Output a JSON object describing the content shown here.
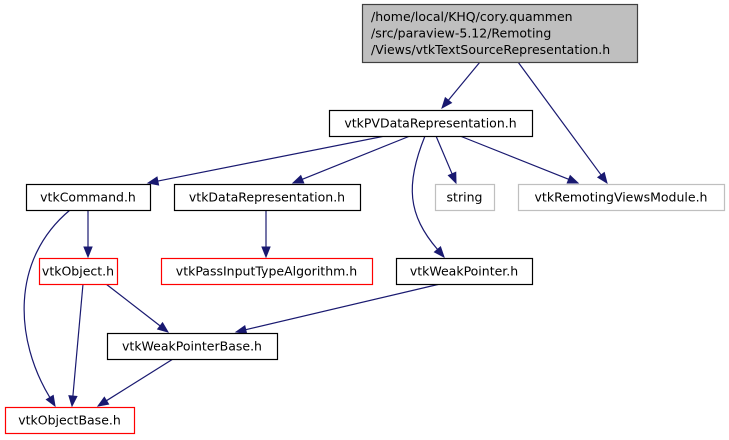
{
  "title": "Include dependency graph for vtkTextSourceRepresentation.h",
  "colors": {
    "edge": "#191970",
    "root_fill": "#bfbfbf",
    "root_border": "#404040",
    "normal_border": "#000000",
    "missing_border": "#ff0000",
    "external_border": "#bfbfbf",
    "external_text": "#404040"
  },
  "nodes": [
    {
      "id": "root",
      "kind": "root",
      "lines": [
        "/home/local/KHQ/cory.quammen",
        "/src/paraview-5.12/Remoting",
        "/Views/vtkTextSourceRepresentation.h"
      ]
    },
    {
      "id": "pvdata",
      "kind": "normal",
      "lines": [
        "vtkPVDataRepresentation.h"
      ]
    },
    {
      "id": "command",
      "kind": "normal",
      "lines": [
        "vtkCommand.h"
      ]
    },
    {
      "id": "datarep",
      "kind": "normal",
      "lines": [
        "vtkDataRepresentation.h"
      ]
    },
    {
      "id": "string",
      "kind": "external",
      "lines": [
        "string"
      ]
    },
    {
      "id": "module",
      "kind": "external",
      "lines": [
        "vtkRemotingViewsModule.h"
      ]
    },
    {
      "id": "object",
      "kind": "missing",
      "lines": [
        "vtkObject.h"
      ]
    },
    {
      "id": "passinput",
      "kind": "missing",
      "lines": [
        "vtkPassInputTypeAlgorithm.h"
      ]
    },
    {
      "id": "weakptr",
      "kind": "normal",
      "lines": [
        "vtkWeakPointer.h"
      ]
    },
    {
      "id": "weakbase",
      "kind": "normal",
      "lines": [
        "vtkWeakPointerBase.h"
      ]
    },
    {
      "id": "objbase",
      "kind": "missing",
      "lines": [
        "vtkObjectBase.h"
      ]
    }
  ],
  "edges": [
    {
      "from": "root",
      "to": "pvdata"
    },
    {
      "from": "root",
      "to": "module"
    },
    {
      "from": "pvdata",
      "to": "command"
    },
    {
      "from": "pvdata",
      "to": "datarep"
    },
    {
      "from": "pvdata",
      "to": "weakptr"
    },
    {
      "from": "pvdata",
      "to": "string"
    },
    {
      "from": "pvdata",
      "to": "module"
    },
    {
      "from": "command",
      "to": "object"
    },
    {
      "from": "command",
      "to": "objbase"
    },
    {
      "from": "datarep",
      "to": "passinput"
    },
    {
      "from": "object",
      "to": "weakbase"
    },
    {
      "from": "object",
      "to": "objbase"
    },
    {
      "from": "weakptr",
      "to": "weakbase"
    },
    {
      "from": "weakbase",
      "to": "objbase"
    }
  ]
}
